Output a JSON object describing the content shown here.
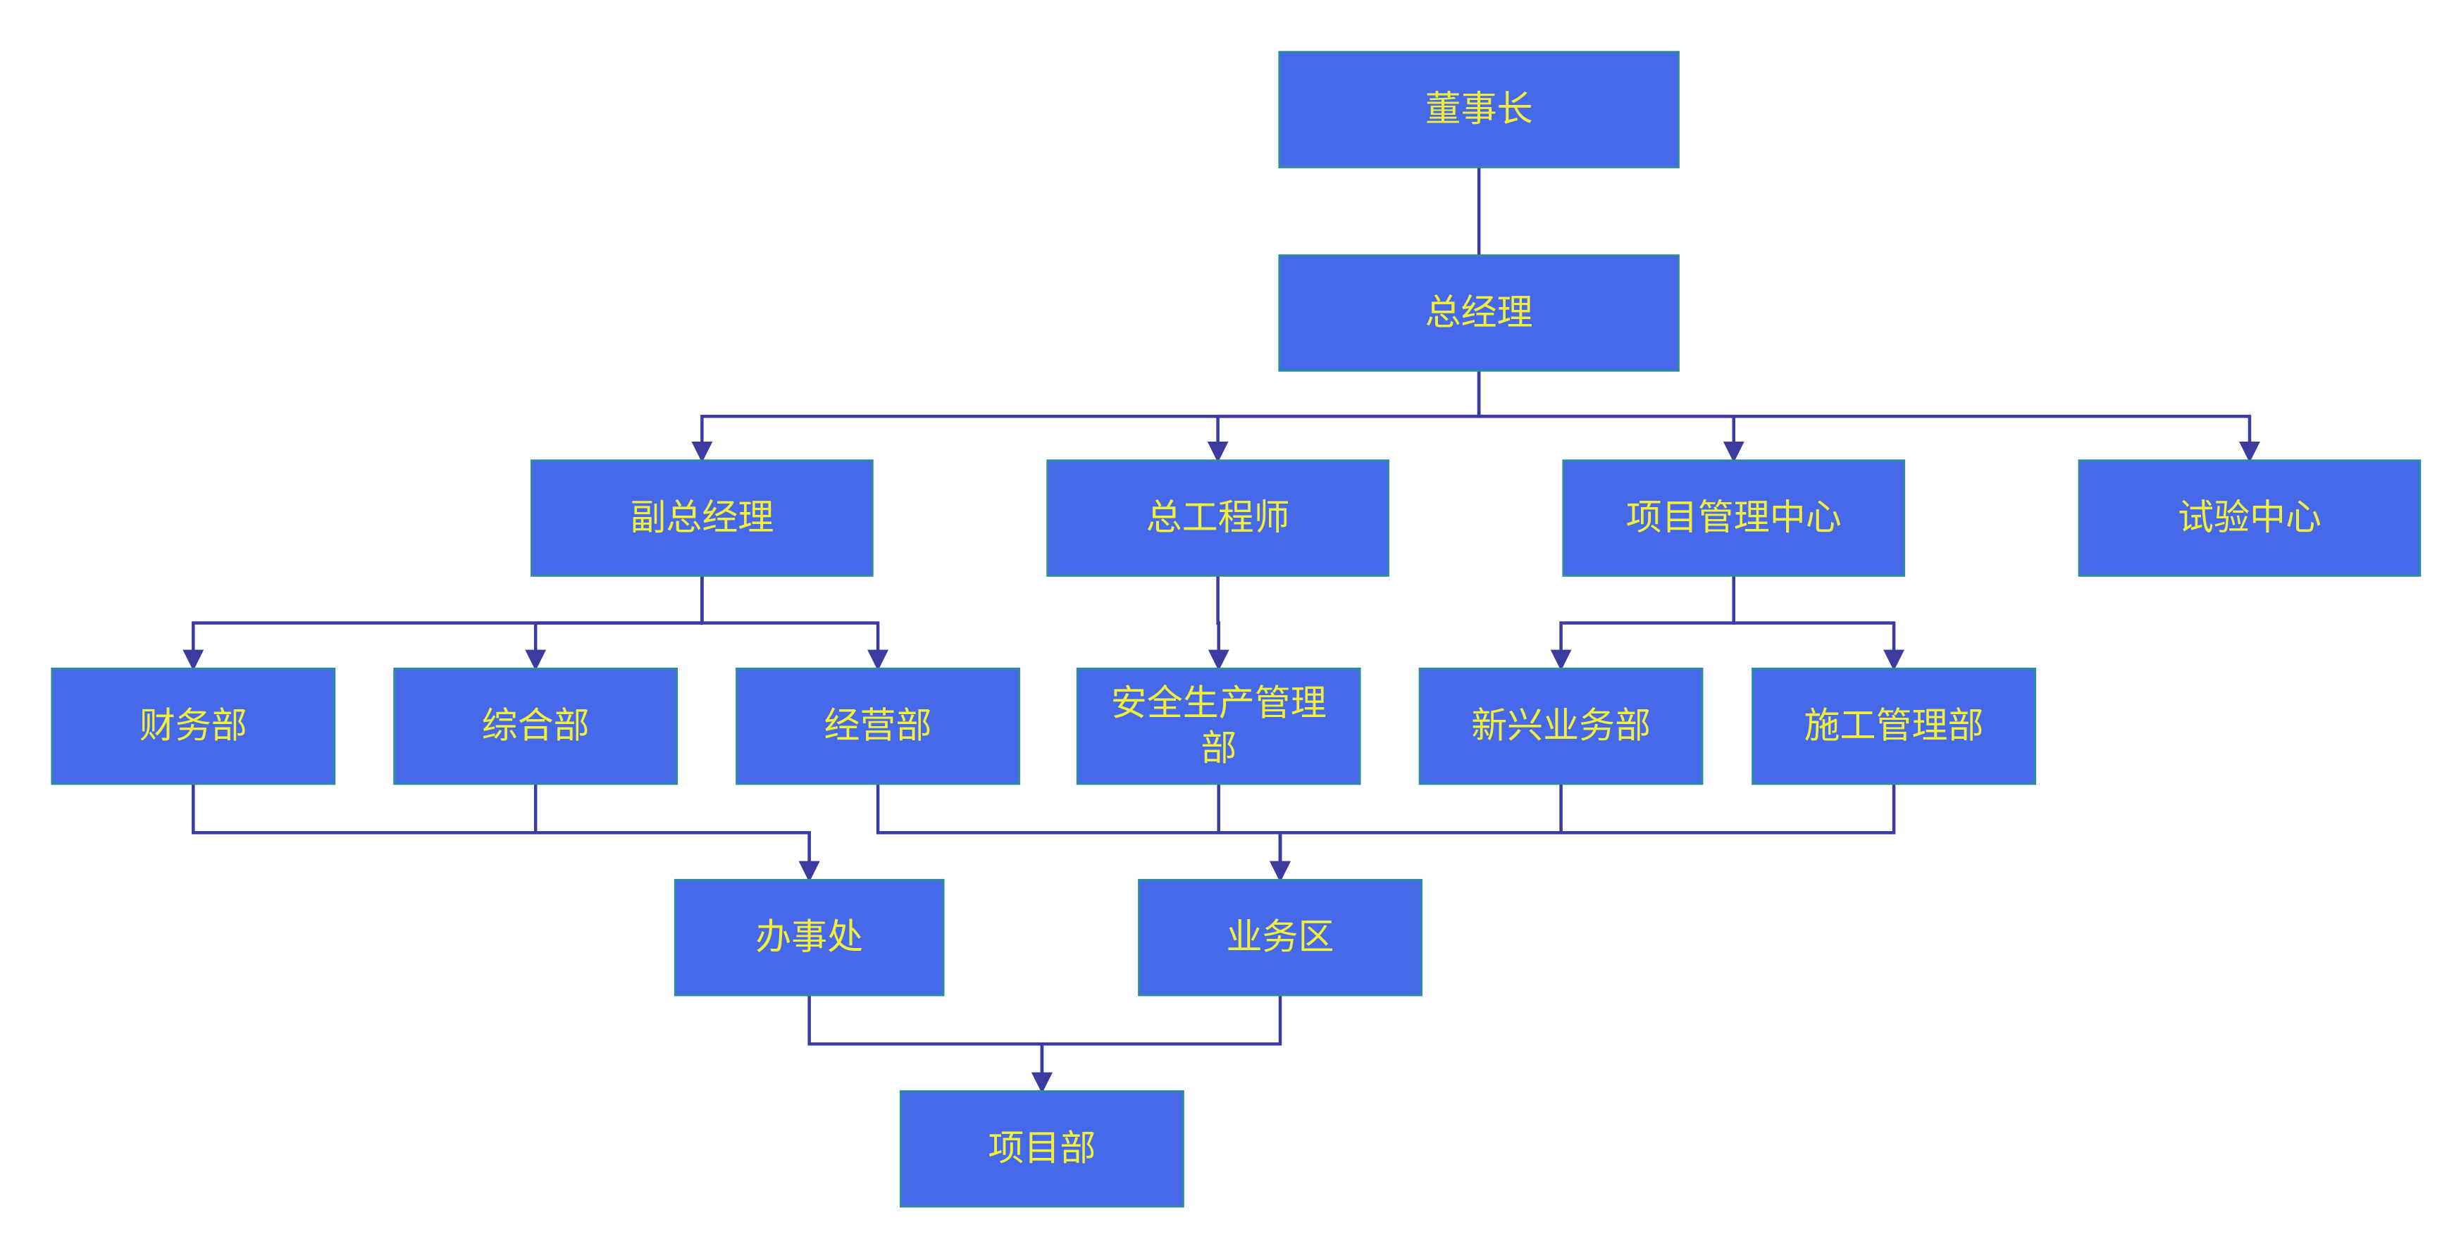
{
  "colors": {
    "node_fill": "#4569e8",
    "node_border": "#2e8a9e",
    "label_text": "#f2ee3c",
    "connector": "#3c3ca0",
    "background": "#ffffff"
  },
  "nodes": [
    {
      "id": "chairman",
      "lines": [
        "董事长"
      ]
    },
    {
      "id": "general_manager",
      "lines": [
        "总经理"
      ]
    },
    {
      "id": "deputy_gm",
      "lines": [
        "副总经理"
      ]
    },
    {
      "id": "chief_engineer",
      "lines": [
        "总工程师"
      ]
    },
    {
      "id": "project_mgmt_center",
      "lines": [
        "项目管理中心"
      ]
    },
    {
      "id": "test_center",
      "lines": [
        "试验中心"
      ]
    },
    {
      "id": "finance_dept",
      "lines": [
        "财务部"
      ]
    },
    {
      "id": "general_dept",
      "lines": [
        "综合部"
      ]
    },
    {
      "id": "business_dept",
      "lines": [
        "经营部"
      ]
    },
    {
      "id": "safety_dept",
      "lines": [
        "安全生产管理",
        "部"
      ]
    },
    {
      "id": "new_business_dept",
      "lines": [
        "新兴业务部"
      ]
    },
    {
      "id": "construction_dept",
      "lines": [
        "施工管理部"
      ]
    },
    {
      "id": "office",
      "lines": [
        "办事处"
      ]
    },
    {
      "id": "business_area",
      "lines": [
        "业务区"
      ]
    },
    {
      "id": "project_dept",
      "lines": [
        "项目部"
      ]
    }
  ],
  "edges": [
    {
      "from": "chairman",
      "to": "general_manager",
      "arrow": false
    },
    {
      "from": "general_manager",
      "to": "deputy_gm",
      "arrow": true
    },
    {
      "from": "general_manager",
      "to": "chief_engineer",
      "arrow": true
    },
    {
      "from": "general_manager",
      "to": "project_mgmt_center",
      "arrow": true
    },
    {
      "from": "general_manager",
      "to": "test_center",
      "arrow": true
    },
    {
      "from": "deputy_gm",
      "to": "finance_dept",
      "arrow": true
    },
    {
      "from": "deputy_gm",
      "to": "general_dept",
      "arrow": true
    },
    {
      "from": "deputy_gm",
      "to": "business_dept",
      "arrow": true
    },
    {
      "from": "chief_engineer",
      "to": "safety_dept",
      "arrow": true
    },
    {
      "from": "project_mgmt_center",
      "to": "new_business_dept",
      "arrow": true
    },
    {
      "from": "project_mgmt_center",
      "to": "construction_dept",
      "arrow": true
    },
    {
      "from": "finance_dept",
      "to": "office",
      "arrow": true
    },
    {
      "from": "general_dept",
      "to": "office",
      "arrow": true
    },
    {
      "from": "business_dept",
      "to": "business_area",
      "arrow": true
    },
    {
      "from": "safety_dept",
      "to": "business_area",
      "arrow": true
    },
    {
      "from": "new_business_dept",
      "to": "business_area",
      "arrow": true
    },
    {
      "from": "construction_dept",
      "to": "business_area",
      "arrow": true
    },
    {
      "from": "office",
      "to": "project_dept",
      "arrow": true
    },
    {
      "from": "business_area",
      "to": "project_dept",
      "arrow": true
    }
  ]
}
